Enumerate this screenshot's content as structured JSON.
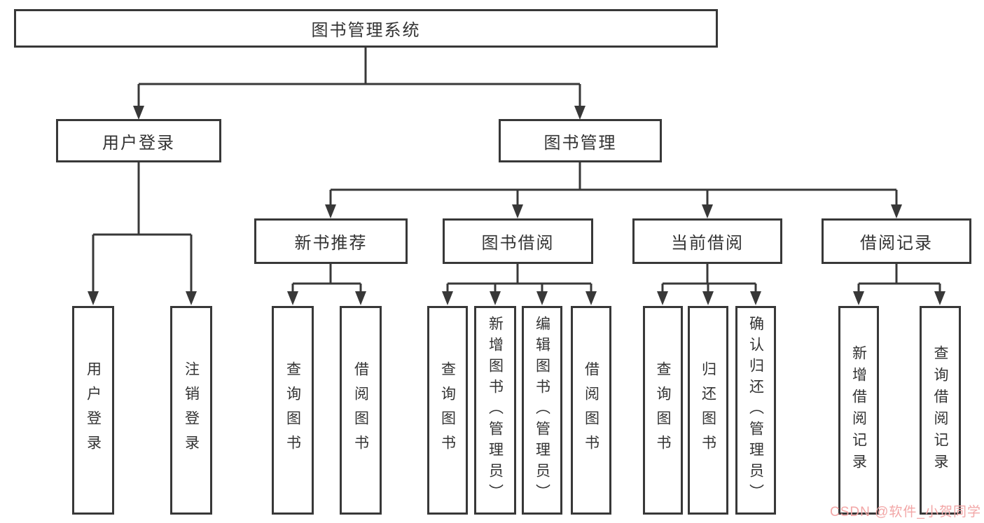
{
  "diagram_type": "hierarchy-tree",
  "colors": {
    "line": "#383838",
    "box_border": "#383838",
    "text": "#333333",
    "background": "#ffffff",
    "watermark": "#f2a6a6"
  },
  "tree": {
    "label": "图书管理系统",
    "children": [
      {
        "label": "用户登录",
        "children": [
          {
            "label": "用户登录"
          },
          {
            "label": "注销登录"
          }
        ]
      },
      {
        "label": "图书管理",
        "children": [
          {
            "label": "新书推荐",
            "children": [
              {
                "label": "查询图书"
              },
              {
                "label": "借阅图书"
              }
            ]
          },
          {
            "label": "图书借阅",
            "children": [
              {
                "label": "查询图书"
              },
              {
                "label": "新增图书（管理员）"
              },
              {
                "label": "编辑图书（管理员）"
              },
              {
                "label": "借阅图书"
              }
            ]
          },
          {
            "label": "当前借阅",
            "children": [
              {
                "label": "查询图书"
              },
              {
                "label": "归还图书"
              },
              {
                "label": "确认归还（管理员）"
              }
            ]
          },
          {
            "label": "借阅记录",
            "children": [
              {
                "label": "新增借阅记录"
              },
              {
                "label": "查询借阅记录"
              }
            ]
          }
        ]
      }
    ]
  },
  "watermark": {
    "text": "CSDN @软件_小贺同学"
  }
}
